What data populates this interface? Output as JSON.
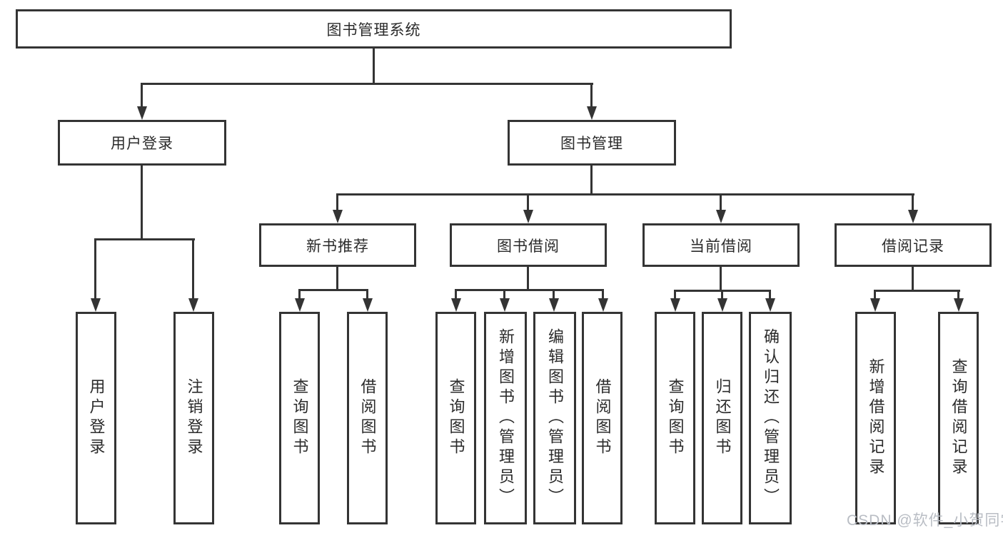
{
  "diagram": {
    "root": {
      "label": "图书管理系统"
    },
    "level2": [
      {
        "label": "用户登录"
      },
      {
        "label": "图书管理"
      }
    ],
    "level3": [
      {
        "label": "新书推荐"
      },
      {
        "label": "图书借阅"
      },
      {
        "label": "当前借阅"
      },
      {
        "label": "借阅记录"
      }
    ],
    "leaves": {
      "user_login": [
        {
          "label": "用户登录"
        },
        {
          "label": "注销登录"
        }
      ],
      "new_book": [
        {
          "label": "查询图书"
        },
        {
          "label": "借阅图书"
        }
      ],
      "book_borrow": [
        {
          "label": "查询图书"
        },
        {
          "label": "新增图书（管理员）"
        },
        {
          "label": "编辑图书（管理员）"
        },
        {
          "label": "借阅图书"
        }
      ],
      "current_borrow": [
        {
          "label": "查询图书"
        },
        {
          "label": "归还图书"
        },
        {
          "label": "确认归还（管理员）"
        }
      ],
      "borrow_record": [
        {
          "label": "新增借阅记录"
        },
        {
          "label": "查询借阅记录"
        }
      ]
    },
    "watermark": "CSDN @软件_小贺同学",
    "colors": {
      "line": "#343434",
      "text": "#2b2b2b",
      "watermark": "#b9bdc4",
      "background": "#ffffff"
    }
  }
}
